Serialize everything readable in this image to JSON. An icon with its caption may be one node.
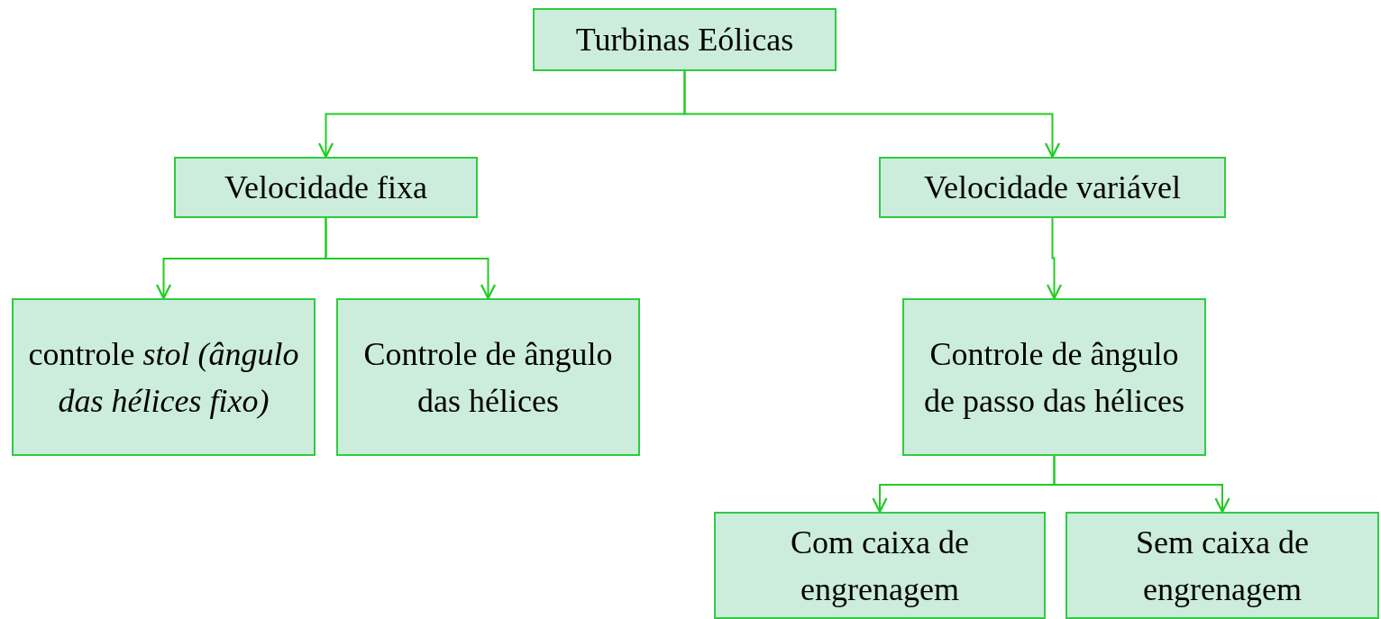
{
  "diagram": {
    "nodes": [
      {
        "text": [
          "Turbinas Eólicas"
        ]
      },
      {
        "text": [
          "Velocidade fixa"
        ]
      },
      {
        "text": [
          "Velocidade variável"
        ]
      },
      {
        "text": [
          "controle *stol (ângulo das hélices fixo)*"
        ]
      },
      {
        "text": [
          "Controle de ângulo das hélices"
        ]
      },
      {
        "text": [
          "Controle de ângulo de passo das hélices"
        ]
      },
      {
        "text": [
          "Com caixa de engrenagem"
        ]
      },
      {
        "text": [
          "Sem caixa de engrenagem"
        ]
      }
    ],
    "edges": [
      {
        "from": 0,
        "to": 1,
        "arrow": "to"
      },
      {
        "from": 0,
        "to": 2,
        "arrow": "to"
      },
      {
        "from": 1,
        "to": 3,
        "arrow": "to"
      },
      {
        "from": 1,
        "to": 4,
        "arrow": "to"
      },
      {
        "from": 2,
        "to": 5,
        "arrow": "to"
      },
      {
        "from": 5,
        "to": 6,
        "arrow": "to"
      },
      {
        "from": 5,
        "to": 7,
        "arrow": "to"
      }
    ]
  }
}
